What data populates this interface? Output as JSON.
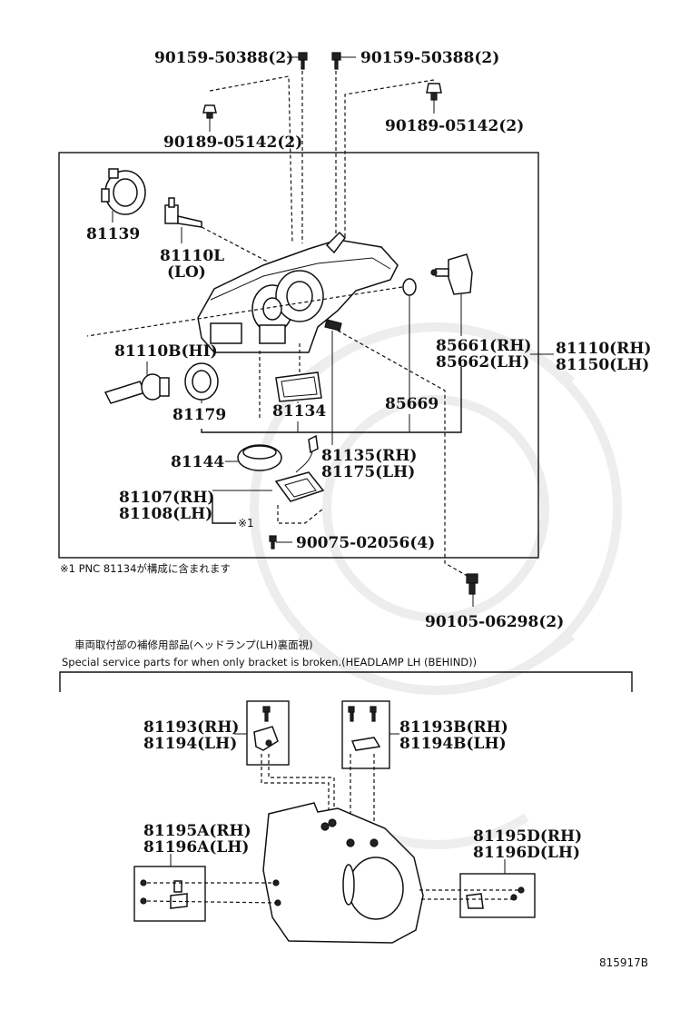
{
  "callouts": {
    "bolt_top_left": "90159-50388(2)",
    "bolt_top_right": "90159-50388(2)",
    "clip_left": "90189-05142(2)",
    "clip_right": "90189-05142(2)",
    "socket_cover": "81139",
    "bulb_lo": "81110L",
    "bulb_lo_note": "(LO)",
    "bulb_hi": "81110B(HI)",
    "hi_seal": "81179",
    "gasket_81134": "81134",
    "oring": "85669",
    "leveling_rh": "85661(RH)",
    "leveling_lh": "85662(LH)",
    "assy_rh": "81110(RH)",
    "assy_lh": "81150(LH)",
    "cap": "81144",
    "unit_rh": "81135(RH)",
    "unit_lh": "81175(LH)",
    "computer_rh": "81107(RH)",
    "computer_lh": "81108(LH)",
    "mark_1": "※1",
    "screw": "90075-02056(4)",
    "footnote": "※1  PNC 81134が構成に含まれます",
    "bottom_bolt": "90105-06298(2)"
  },
  "service": {
    "header_jp": "車両取付部の補修用部品(ヘッドランプ(LH)裏面視)",
    "header_en": "Special service parts for when only bracket is broken.(HEADLAMP LH (BEHIND))",
    "br_a_rh": "81193(RH)",
    "br_a_lh": "81194(LH)",
    "br_b_rh": "81193B(RH)",
    "br_b_lh": "81194B(LH)",
    "br_c_rh": "81195A(RH)",
    "br_c_lh": "81196A(LH)",
    "br_d_rh": "81195D(RH)",
    "br_d_lh": "81196D(LH)"
  },
  "figure_id": "815917B"
}
